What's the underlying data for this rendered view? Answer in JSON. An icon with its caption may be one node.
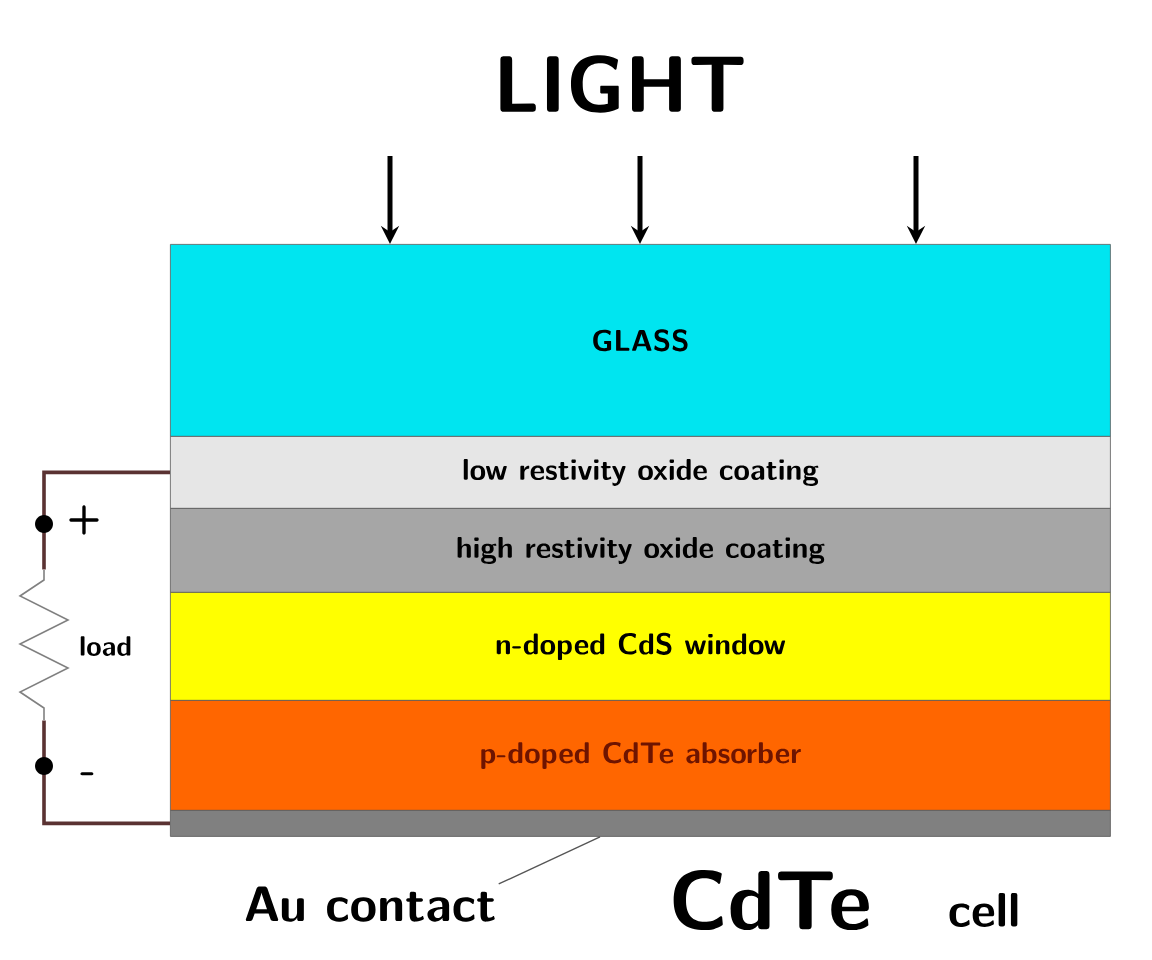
{
  "diagram": {
    "title": "LIGHT",
    "nodes": [
      {
        "text": [
          "GLASS"
        ]
      },
      {
        "text": [
          "low restivity oxide coating"
        ]
      },
      {
        "text": [
          "high restivity oxide coating"
        ]
      },
      {
        "text": [
          "n-doped CdS window"
        ]
      },
      {
        "text": [
          "p-doped CdTe absorber"
        ]
      },
      {
        "text": [],
        "shape": "bar"
      },
      {
        "text": [
          "Au contact"
        ]
      },
      {
        "text": [],
        "shape": "resistor",
        "beside": [
          "load"
        ]
      }
    ],
    "edges": [
      {
        "from": null,
        "to": 0,
        "arrow": "to"
      },
      {
        "from": null,
        "to": 0,
        "arrow": "to"
      },
      {
        "from": null,
        "to": 0,
        "arrow": "to"
      },
      {
        "from": 1,
        "to": 7,
        "arrow": "none",
        "color": "#5a3232"
      },
      {
        "from": 7,
        "to": 5,
        "arrow": "none",
        "color": "#5a3232"
      },
      {
        "from": 6,
        "to": 5,
        "arrow": "none",
        "color": "#555555"
      }
    ],
    "labels": [
      "+",
      "-",
      "CdTe",
      "cell"
    ]
  }
}
